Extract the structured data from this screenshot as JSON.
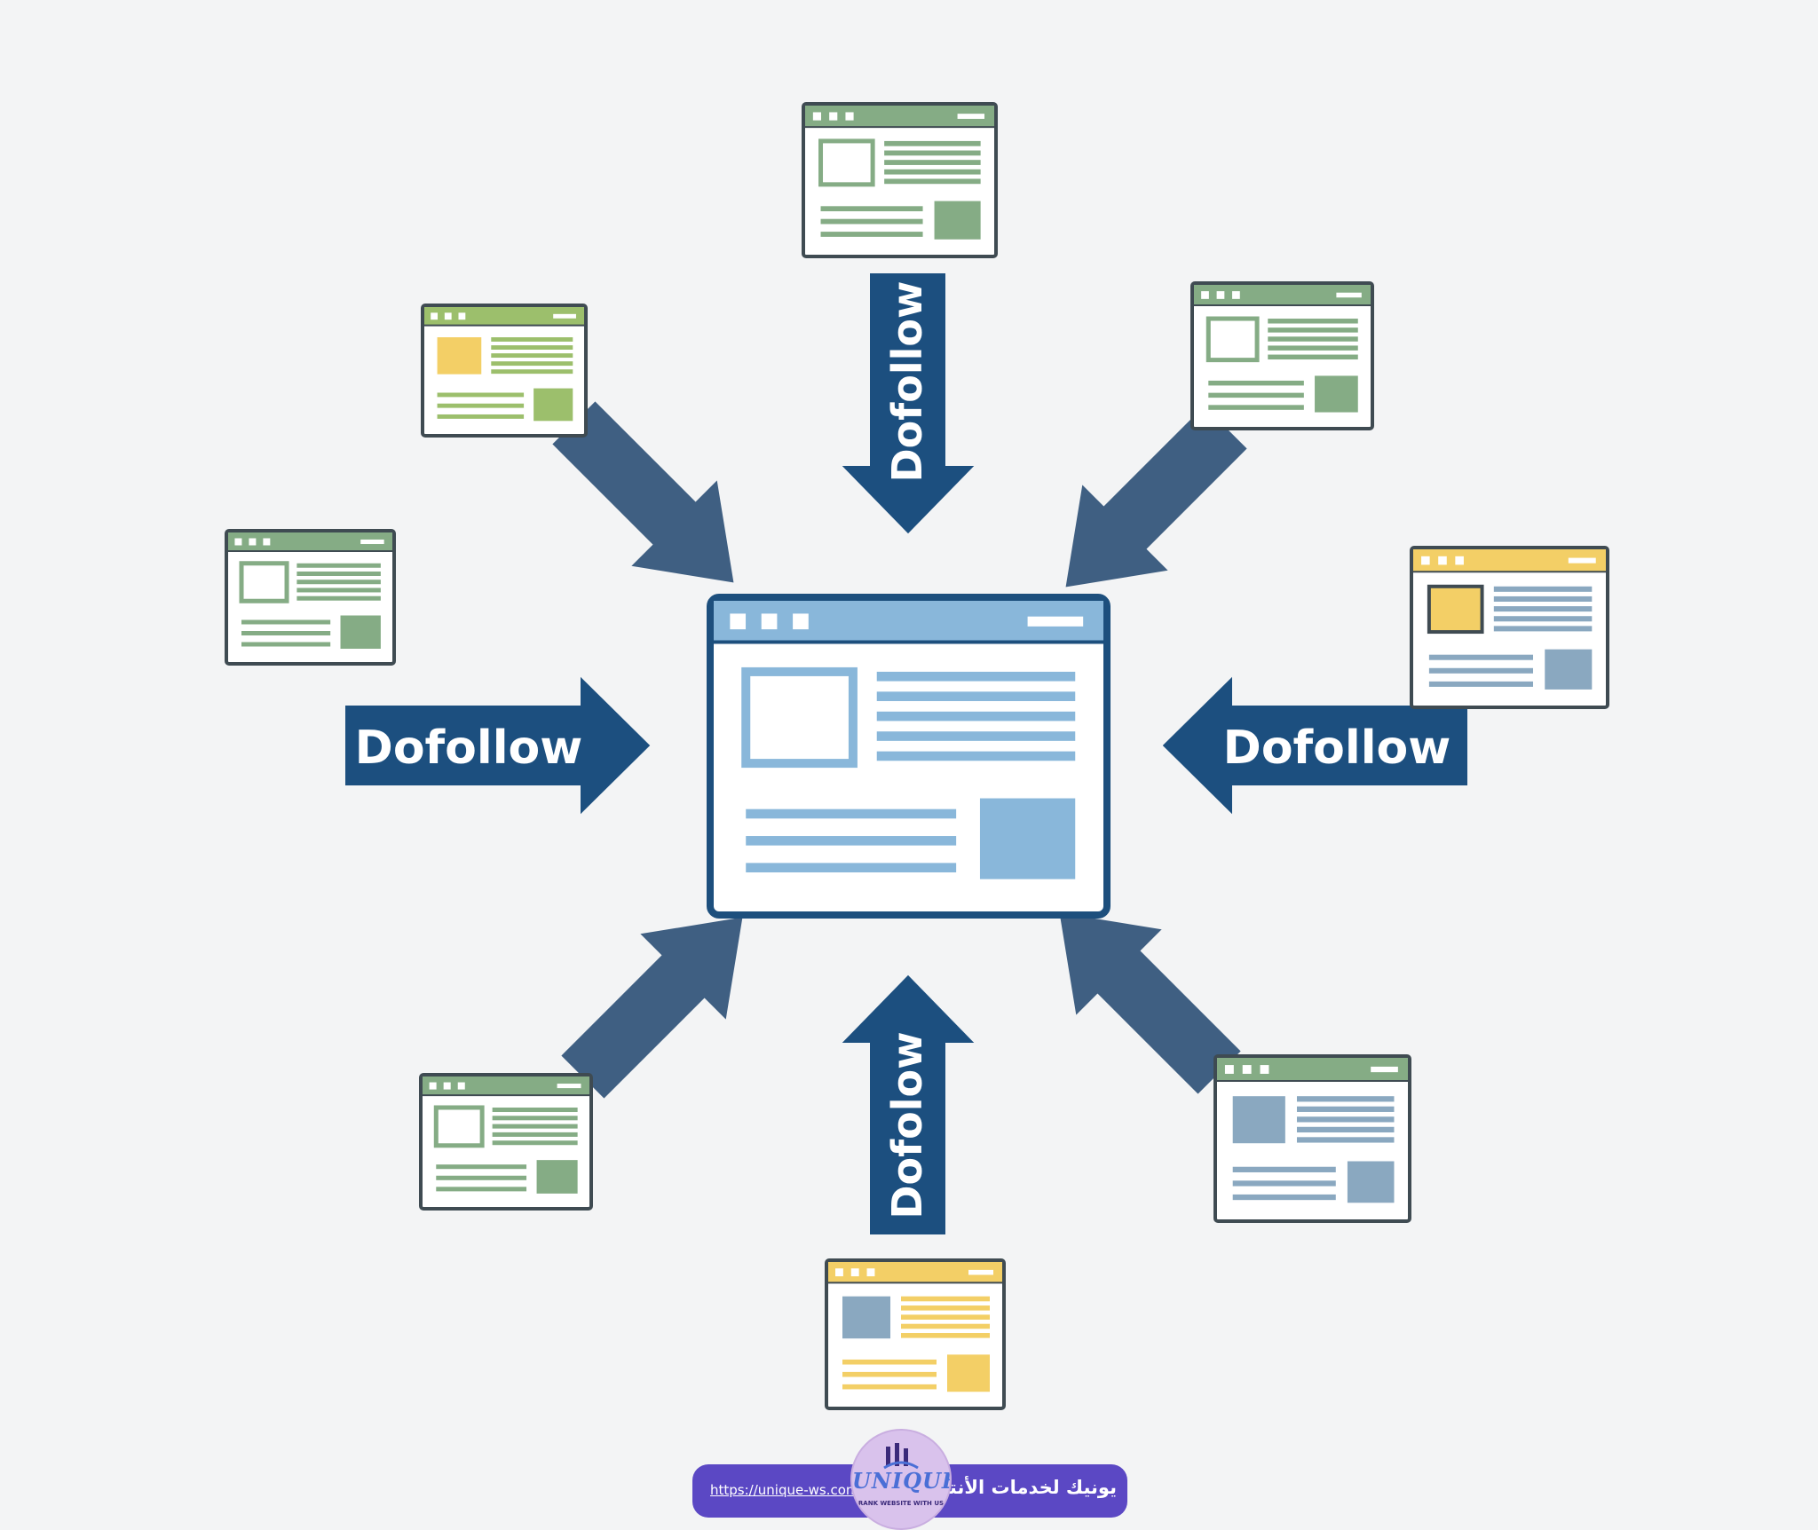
{
  "diagram": {
    "arrow_label": "Dofollow",
    "arrow_label_bottom": "Dofolow",
    "colors": {
      "arrow": "#1c4f7f",
      "arrow_diagonal": "#3f5f82",
      "frame": "#3f4b52",
      "green_header": "#85ac85",
      "olive_header": "#9cbf6c",
      "yellow_header": "#f3cf66",
      "blue_accent": "#89b7da",
      "steel_accent": "#8aa8c0",
      "background": "#f3f4f5"
    },
    "center_page": {
      "name": "target-page",
      "theme": "blue"
    },
    "source_pages": [
      {
        "name": "source-page-top",
        "theme": "green"
      },
      {
        "name": "source-page-top-left",
        "theme": "olive"
      },
      {
        "name": "source-page-top-right",
        "theme": "green"
      },
      {
        "name": "source-page-left",
        "theme": "green"
      },
      {
        "name": "source-page-right",
        "theme": "yellow-steel"
      },
      {
        "name": "source-page-bottom-left",
        "theme": "green"
      },
      {
        "name": "source-page-bottom-right",
        "theme": "green-steel"
      },
      {
        "name": "source-page-bottom",
        "theme": "yellow"
      }
    ]
  },
  "footer": {
    "url": "https://unique-ws.com",
    "brand": "يونيك لخدمات الأنترنت",
    "logo_word": "UNIQUE",
    "logo_tagline": "RANK WEBSITE WITH US"
  }
}
